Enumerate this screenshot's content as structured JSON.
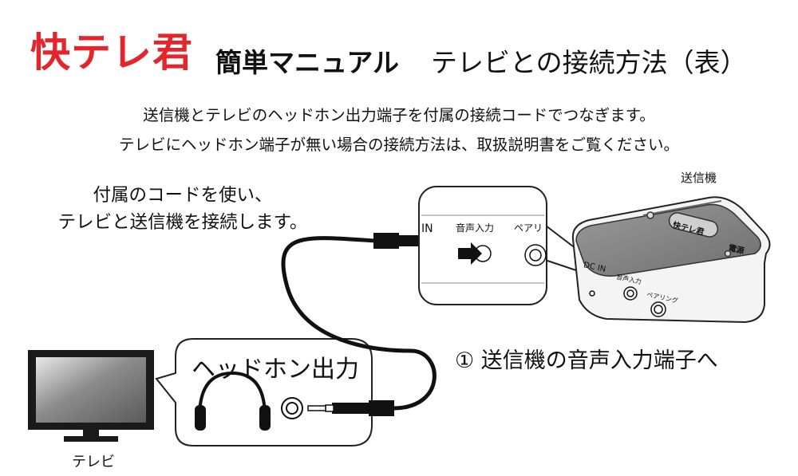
{
  "header": {
    "brand": "快テレ君",
    "title_bold": "簡単マニュアル",
    "title_rest": "テレビとの接続方法（表）",
    "brand_color": "#e4252b"
  },
  "intro": {
    "line1": "送信機とテレビのヘッドホン出力端子を付属の接続コードでつなぎます。",
    "line2": "テレビにヘッドホン端子が無い場合の接続方法は、取扱説明書をご覧ください。"
  },
  "instruction": {
    "line1": "付属のコードを使い、",
    "line2": "テレビと送信機を接続します。"
  },
  "transmitter": {
    "label": "送信機",
    "zoom_in_label": "IN",
    "zoom_audio_label": "音声入力",
    "zoom_pair_label": "ペアリ",
    "device_dcin_label": "DC IN",
    "device_audio_label": "音声入力",
    "device_pair_label": "ペアリング",
    "device_logo": "快テレ君",
    "device_power": "電源"
  },
  "step": {
    "text": "① 送信機の音声入力端子へ"
  },
  "tv": {
    "label": "テレビ",
    "bubble_label": "ヘッドホン出力"
  },
  "icons": {
    "tv": "tv-icon",
    "headphones": "headphones-icon",
    "plug": "audio-plug-icon",
    "jack": "audio-jack-icon",
    "arrow": "arrow-right-icon",
    "transmitter": "transmitter-device-icon"
  }
}
